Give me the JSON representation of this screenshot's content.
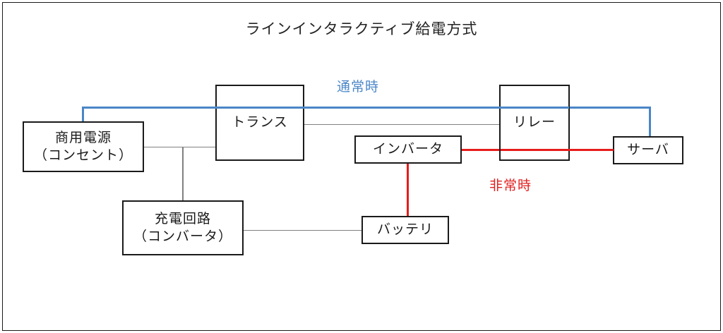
{
  "title": "ラインインタラクティブ給電方式",
  "colors": {
    "normal_path": "#4a86c8",
    "emergency_path": "#e81c1c",
    "plain_wire": "#808080",
    "box_border": "#1a1a1a",
    "background": "#ffffff"
  },
  "nodes": {
    "mains": {
      "line1": "商用電源",
      "line2": "（コンセント）"
    },
    "charger": {
      "line1": "充電回路",
      "line2": "（コンバータ）"
    },
    "transformer": {
      "line1": "トランス"
    },
    "inverter": {
      "line1": "インバータ"
    },
    "battery": {
      "line1": "バッテリ"
    },
    "relay": {
      "line1": "リレー"
    },
    "server": {
      "line1": "サーバ"
    }
  },
  "legend": {
    "normal": "通常時",
    "emergency": "非常時"
  }
}
